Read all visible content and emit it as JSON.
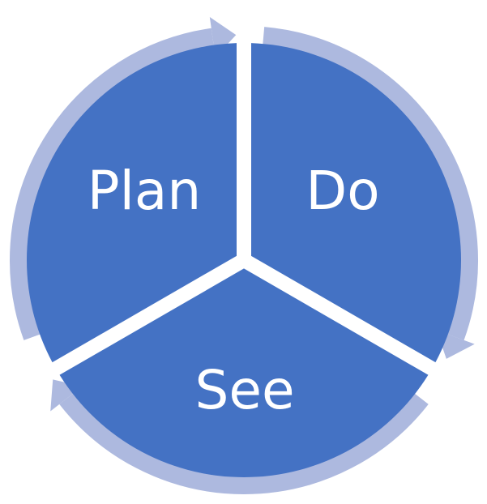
{
  "diagram": {
    "type": "cycle",
    "colors": {
      "segment": "#4472c4",
      "arrow": "#adb9df",
      "divider": "#ffffff",
      "text": "#ffffff"
    },
    "segments": [
      {
        "label": "Plan"
      },
      {
        "label": "Do"
      },
      {
        "label": "See"
      }
    ]
  }
}
